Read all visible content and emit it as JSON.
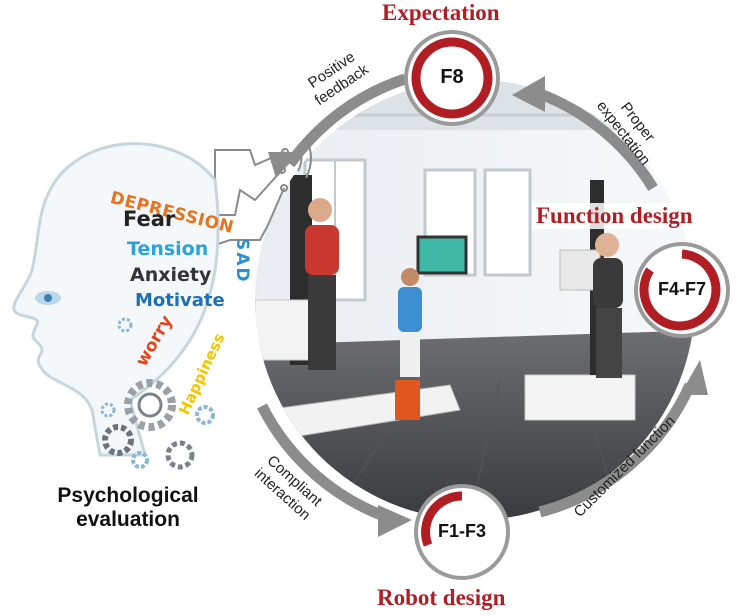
{
  "stages": {
    "expectation": {
      "title": "Expectation",
      "code": "F8"
    },
    "function_design": {
      "title": "Function design",
      "code": "F4-F7"
    },
    "robot_design": {
      "title": "Robot design",
      "code": "F1-F3"
    }
  },
  "arrows": {
    "positive_feedback": [
      "Positive",
      "feedback"
    ],
    "proper_expectation": [
      "Proper",
      "expectation"
    ],
    "customized_function": "Customized function",
    "compliant_interaction": [
      "Compliant",
      "interaction"
    ]
  },
  "psych": {
    "label": [
      "Psychological",
      "evaluation"
    ],
    "words": {
      "depression": "DEPRESSION",
      "fear": "Fear",
      "tension": "Tension",
      "anxiety": "Anxiety",
      "motivate": "Motivate",
      "sad": "SAD",
      "worry": "worry",
      "happiness": "Happiness"
    }
  },
  "colors": {
    "accent_red": "#b01e24",
    "arrow_gray": "#8c8c8c",
    "depression": "#e8731e",
    "fear": "#222222",
    "tension": "#29a3d9",
    "anxiety": "#333333",
    "motivate": "#1e6fb5",
    "sad": "#2f8ed0",
    "worry": "#e0451e",
    "happiness": "#f2c500"
  }
}
